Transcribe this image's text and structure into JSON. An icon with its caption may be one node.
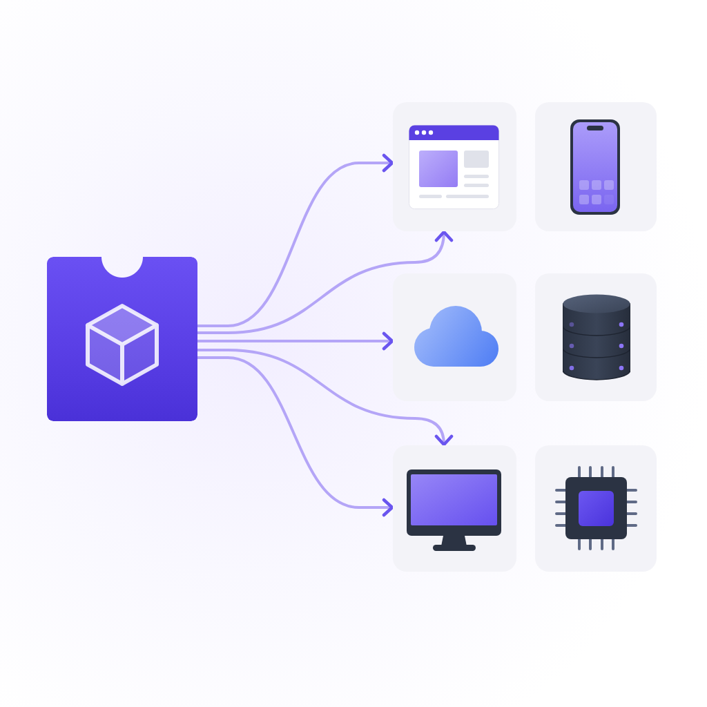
{
  "diagram": {
    "nodes": [
      {
        "text": [],
        "shape": "picture"
      },
      {
        "text": [],
        "shape": "picture"
      },
      {
        "text": [],
        "shape": "picture"
      },
      {
        "text": [],
        "shape": "picture"
      },
      {
        "text": [],
        "shape": "picture"
      },
      {
        "text": [],
        "shape": "picture"
      },
      {
        "text": [],
        "shape": "picture"
      }
    ],
    "edges": [
      {
        "from": 0,
        "to": 1,
        "arrow": "to"
      },
      {
        "from": 0,
        "to": 1,
        "arrow": "to"
      },
      {
        "from": 0,
        "to": 3,
        "arrow": "to"
      },
      {
        "from": 0,
        "to": 5,
        "arrow": "to"
      },
      {
        "from": 0,
        "to": 5,
        "arrow": "to"
      }
    ]
  }
}
